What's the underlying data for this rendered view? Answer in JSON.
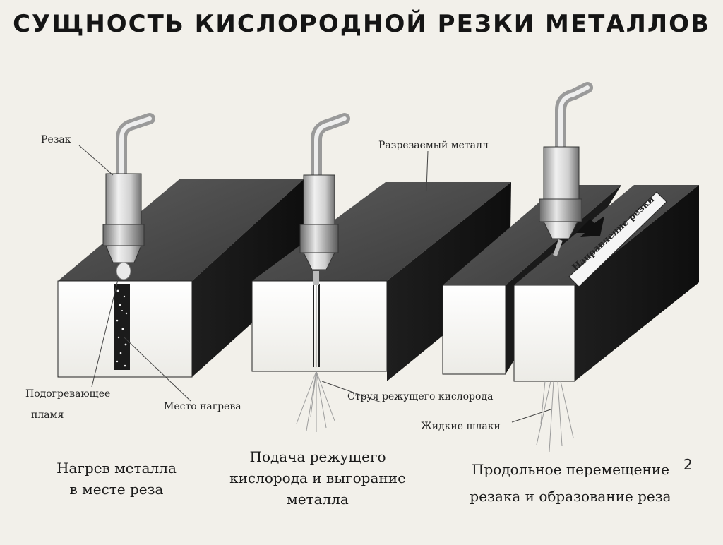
{
  "title": "СУЩНОСТЬ КИСЛОРОДНОЙ РЕЗКИ МЕТАЛЛОВ",
  "labels": {
    "torch": "Резак",
    "metal": "Разрезаемый металл",
    "direction": "Направление резки",
    "flame_line1": "Подогревающее",
    "flame_line2": "пламя",
    "heat_spot": "Место нагрева",
    "oxygen_jet": "Струя режущего кислорода",
    "slag": "Жидкие шлаки"
  },
  "captions": {
    "step1_line1": "Нагрев металла",
    "step1_line2": "в месте реза",
    "step2_line1": "Подача режущего",
    "step2_line2": "кислорода и выгорание",
    "step2_line3": "металла",
    "step3_line1": "Продольное перемещение",
    "step3_line2": "резака и образование реза"
  },
  "slide_number": "2"
}
